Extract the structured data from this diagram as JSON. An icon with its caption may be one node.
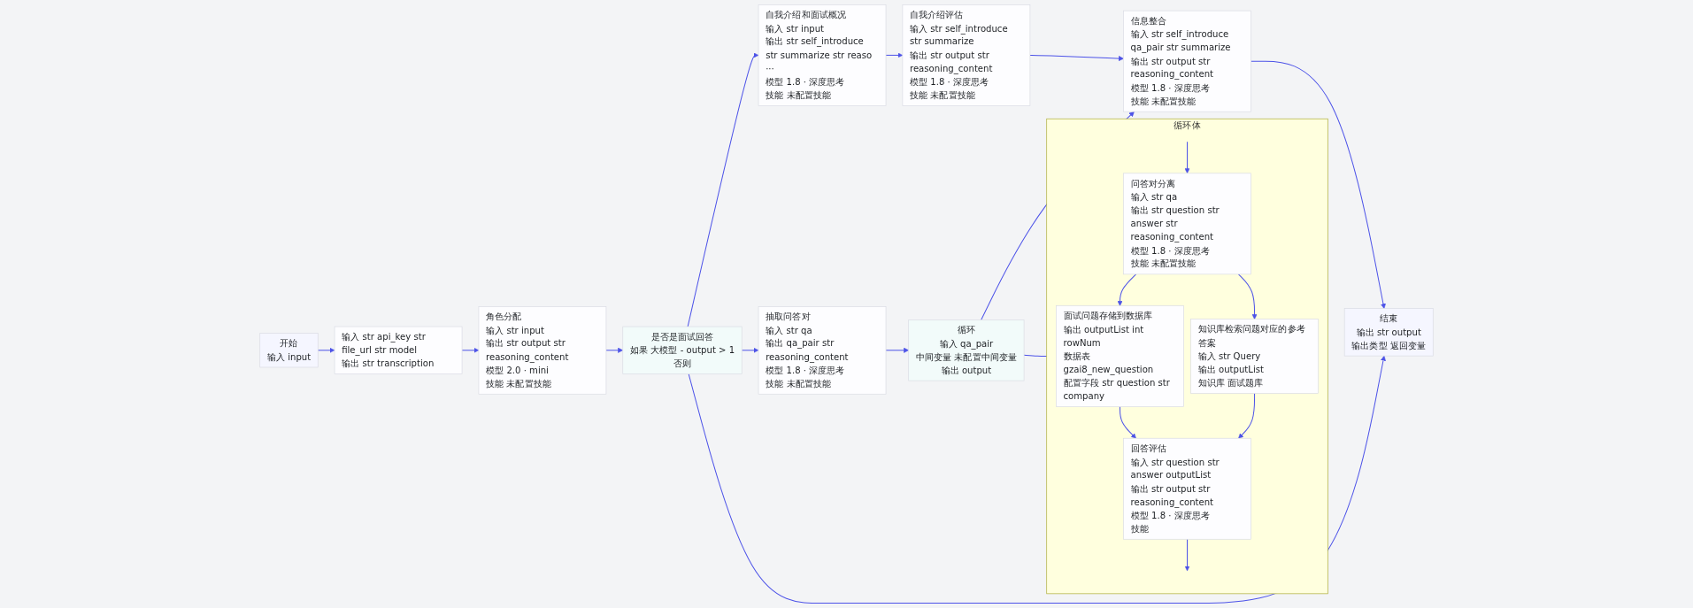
{
  "diagram": {
    "nodes": [
      {
        "text": [
          "开始",
          "输入 input"
        ]
      },
      {
        "text": [
          "输入 str api_key str file_url str model",
          "输出 str transcription"
        ]
      },
      {
        "text": [
          "角色分配",
          "输入 str input",
          "输出 str output str reasoning_content",
          "模型 2.0 · mini",
          "技能 未配置技能"
        ]
      },
      {
        "text": [
          "是否是面试回答",
          "如果 大模型 - output > 1",
          "否则"
        ]
      },
      {
        "text": [
          "自我介绍和面试概况",
          "输入 str input",
          "输出 str self_introduce str summarize str reaso ···",
          "模型 1.8 · 深度思考",
          "技能 未配置技能"
        ]
      },
      {
        "text": [
          "抽取问答对",
          "输入 str qa",
          "输出 qa_pair str reasoning_content",
          "模型 1.8 · 深度思考",
          "技能 未配置技能"
        ]
      },
      {
        "text": [
          "自我介绍评估",
          "输入 str self_introduce str summarize",
          "输出 str output str reasoning_content",
          "模型 1.8 · 深度思考",
          "技能 未配置技能"
        ]
      },
      {
        "text": [
          "循环",
          "输入 qa_pair",
          "中间变量 未配置中间变量",
          "输出 output"
        ]
      },
      {
        "text": [
          "信息整合",
          "输入 str self_introduce qa_pair str summarize",
          "输出 str output str reasoning_content",
          "模型 1.8 · 深度思考",
          "技能 未配置技能"
        ]
      },
      {
        "text": [
          "结束",
          "输出 str output",
          "输出类型 返回变量"
        ]
      },
      {
        "text": [
          "循环体"
        ]
      },
      {
        "text": [
          "问答对分离",
          "输入 str qa",
          "输出 str question str answer str reasoning_content",
          "模型 1.8 · 深度思考",
          "技能 未配置技能"
        ],
        "in": 10
      },
      {
        "text": [
          "面试问题存储到数据库",
          "输出 outputList int rowNum",
          "数据表 gzai8_new_question",
          "配置字段 str question str company"
        ],
        "in": 10
      },
      {
        "text": [
          "知识库检索问题对应的参考答案",
          "输入 str Query",
          "输出 outputList",
          "知识库 面试题库"
        ],
        "in": 10
      },
      {
        "text": [
          "回答评估",
          "输入 str question str answer outputList",
          "输出 str output str reasoning_content",
          "模型 1.8 · 深度思考",
          "技能"
        ],
        "in": 10
      }
    ],
    "edges": [
      {
        "from": 0,
        "to": 1,
        "arrow": "to"
      },
      {
        "from": 1,
        "to": 2,
        "arrow": "to"
      },
      {
        "from": 2,
        "to": 3,
        "arrow": "to"
      },
      {
        "from": 3,
        "to": 4,
        "arrow": "to"
      },
      {
        "from": 3,
        "to": 5,
        "arrow": "to"
      },
      {
        "from": 3,
        "to": 9,
        "arrow": "to"
      },
      {
        "from": 4,
        "to": 6,
        "arrow": "to"
      },
      {
        "from": 6,
        "to": 8,
        "arrow": "to"
      },
      {
        "from": 5,
        "to": 7,
        "arrow": "to"
      },
      {
        "from": 7,
        "to": 8,
        "arrow": "to"
      },
      {
        "from": 8,
        "to": 9,
        "arrow": "to"
      },
      {
        "from": 7,
        "to": 10,
        "arrow": "none"
      },
      {
        "from": null,
        "to": 11,
        "arrow": "to"
      },
      {
        "from": 11,
        "to": 12,
        "arrow": "to"
      },
      {
        "from": 11,
        "to": 13,
        "arrow": "to"
      },
      {
        "from": 12,
        "to": 14,
        "arrow": "to"
      },
      {
        "from": 13,
        "to": 14,
        "arrow": "to"
      },
      {
        "from": 14,
        "to": null,
        "arrow": "to"
      }
    ]
  }
}
